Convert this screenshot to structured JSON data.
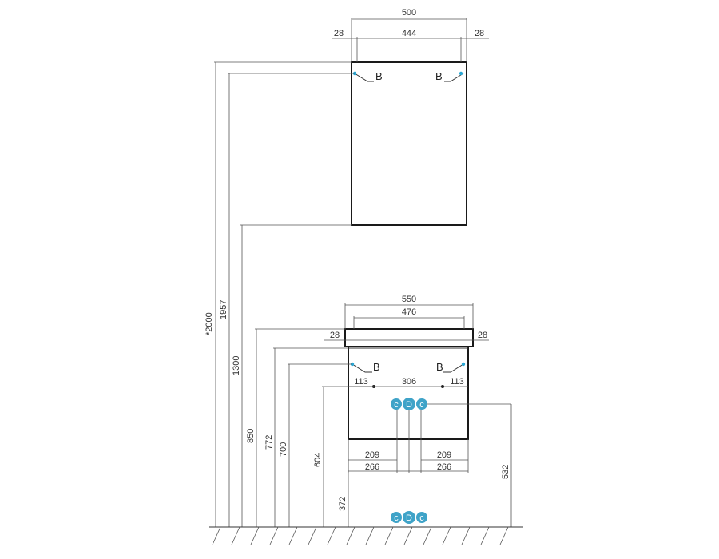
{
  "accent_color": "#3fa3c8",
  "upper_cabinet": {
    "width_total": "500",
    "width_inner": "444",
    "offset_left": "28",
    "offset_right": "28",
    "hinge_label_left": "B",
    "hinge_label_right": "B"
  },
  "vanity": {
    "width_total": "550",
    "width_inner": "476",
    "offset_left": "28",
    "offset_right": "28",
    "hinge_label_left": "B",
    "hinge_label_right": "B",
    "mount_left": "113",
    "mount_center": "306",
    "mount_right": "113",
    "bottom_left_inner": "209",
    "bottom_left_outer": "266",
    "bottom_right_inner": "209",
    "bottom_right_outer": "266"
  },
  "connections": {
    "top_row": [
      "c",
      "D",
      "c"
    ],
    "bottom_row": [
      "c",
      "D",
      "c"
    ]
  },
  "heights": {
    "h_2000": "*2000",
    "h_1957": "1957",
    "h_1300": "1300",
    "h_850": "850",
    "h_772": "772",
    "h_700": "700",
    "h_604": "604",
    "h_372": "372",
    "h_532": "532"
  }
}
